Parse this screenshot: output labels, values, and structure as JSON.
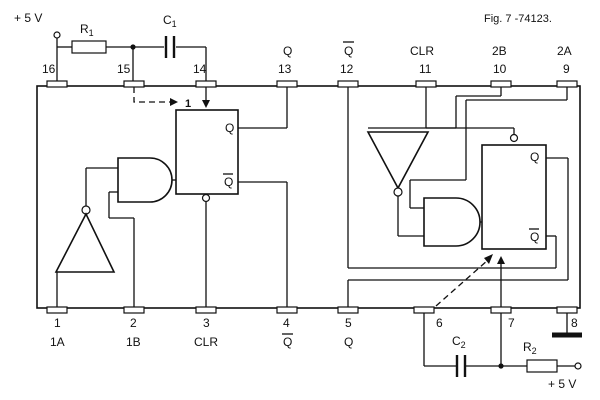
{
  "caption": "Fig. 7 -74123.",
  "supply_top": "+ 5 V",
  "supply_bottom": "+ 5 V",
  "r1_label": "R",
  "r1_sub": "1",
  "c1_label": "C",
  "c1_sub": "1",
  "r2_label": "R",
  "r2_sub": "2",
  "c2_label": "C",
  "c2_sub": "2",
  "pulse_label": "1",
  "top_pins": {
    "p16": {
      "number": "16",
      "signal": ""
    },
    "p15": {
      "number": "15",
      "signal": ""
    },
    "p14": {
      "number": "14",
      "signal": ""
    },
    "p13": {
      "number": "13",
      "signal": "Q"
    },
    "p12": {
      "number": "12",
      "signal": "Q"
    },
    "p11": {
      "number": "11",
      "signal": "CLR"
    },
    "p10": {
      "number": "10",
      "signal": "2B"
    },
    "p9": {
      "number": "9",
      "signal": "2A"
    }
  },
  "bottom_pins": {
    "p1": {
      "number": "1",
      "signal": "1A"
    },
    "p2": {
      "number": "2",
      "signal": "1B"
    },
    "p3": {
      "number": "3",
      "signal": "CLR"
    },
    "p4": {
      "number": "4",
      "signal": "Q"
    },
    "p5": {
      "number": "5",
      "signal": "Q"
    },
    "p6": {
      "number": "6",
      "signal": ""
    },
    "p7": {
      "number": "7",
      "signal": ""
    },
    "p8": {
      "number": "8",
      "signal": ""
    }
  },
  "ff1": {
    "q": "Q",
    "qbar": "Q"
  },
  "ff2": {
    "q": "Q",
    "qbar": "Q"
  }
}
